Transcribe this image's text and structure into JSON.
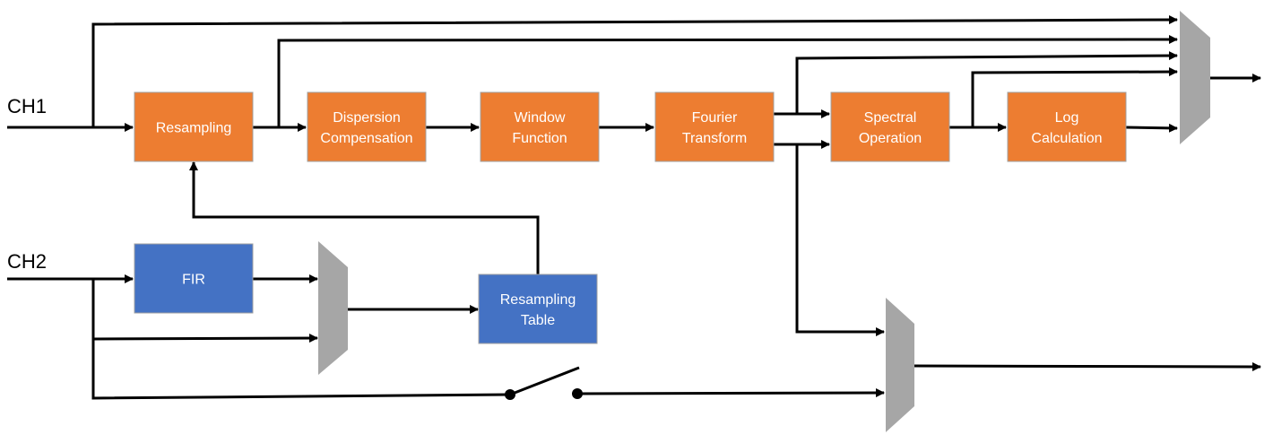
{
  "inputs": {
    "ch1": "CH1",
    "ch2": "CH2"
  },
  "blocks": {
    "resampling": {
      "lines": [
        "Resampling"
      ]
    },
    "dispersion": {
      "lines": [
        "Dispersion",
        "Compensation"
      ]
    },
    "window": {
      "lines": [
        "Window",
        "Function"
      ]
    },
    "fourier": {
      "lines": [
        "Fourier",
        "Transform"
      ]
    },
    "spectral": {
      "lines": [
        "Spectral",
        "Operation"
      ]
    },
    "log": {
      "lines": [
        "Log",
        "Calculation"
      ]
    },
    "fir": {
      "lines": [
        "FIR"
      ]
    },
    "table": {
      "lines": [
        "Resampling",
        "Table"
      ]
    }
  },
  "colors": {
    "processing_block": "#ed7d31",
    "ch2_block": "#4472c4",
    "block_border": "#a0a0a0",
    "mux": "#a6a6a6",
    "wire": "#000000"
  }
}
